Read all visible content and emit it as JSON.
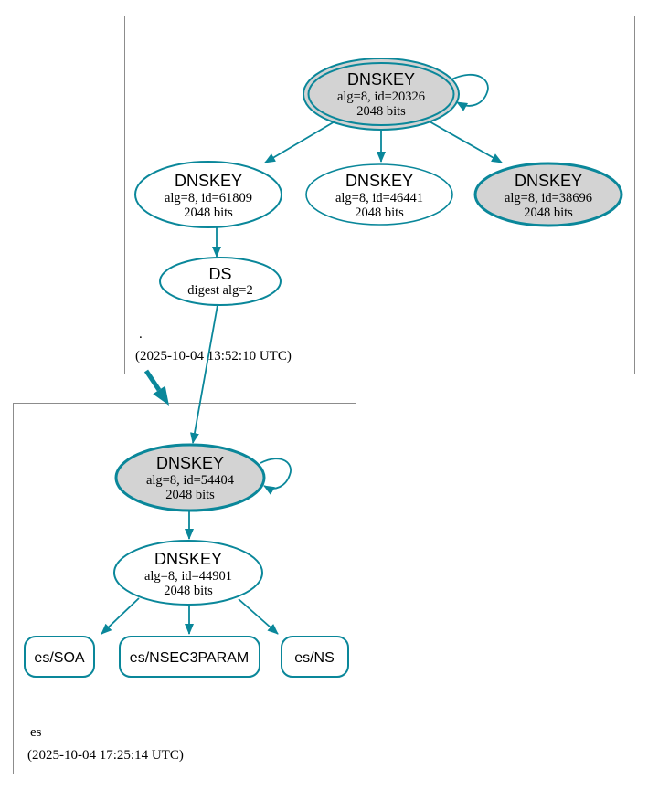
{
  "diagram_type": "DNSSEC authentication chain graph",
  "colors": {
    "edge_teal": "#0a879a",
    "node_border_teal": "#0a879a",
    "node_fill_gray": "#d3d3d3",
    "node_fill_white": "#ffffff",
    "zone_border_gray": "#8c8c8c",
    "text": "#000000"
  },
  "root_zone": {
    "label": ".",
    "timestamp": "(2025-10-04 13:52:10 UTC)",
    "ksk": {
      "title": "DNSKEY",
      "alg": "alg=8, id=20326",
      "bits": "2048 bits"
    },
    "zsk_left": {
      "title": "DNSKEY",
      "alg": "alg=8, id=61809",
      "bits": "2048 bits"
    },
    "zsk_mid": {
      "title": "DNSKEY",
      "alg": "alg=8, id=46441",
      "bits": "2048 bits"
    },
    "ksk_new": {
      "title": "DNSKEY",
      "alg": "alg=8, id=38696",
      "bits": "2048 bits"
    },
    "ds": {
      "title": "DS",
      "digest": "digest alg=2"
    }
  },
  "es_zone": {
    "label": "es",
    "timestamp": "(2025-10-04 17:25:14 UTC)",
    "ksk": {
      "title": "DNSKEY",
      "alg": "alg=8, id=54404",
      "bits": "2048 bits"
    },
    "zsk": {
      "title": "DNSKEY",
      "alg": "alg=8, id=44901",
      "bits": "2048 bits"
    },
    "rrset_soa": "es/SOA",
    "rrset_nsec3param": "es/NSEC3PARAM",
    "rrset_ns": "es/NS"
  }
}
